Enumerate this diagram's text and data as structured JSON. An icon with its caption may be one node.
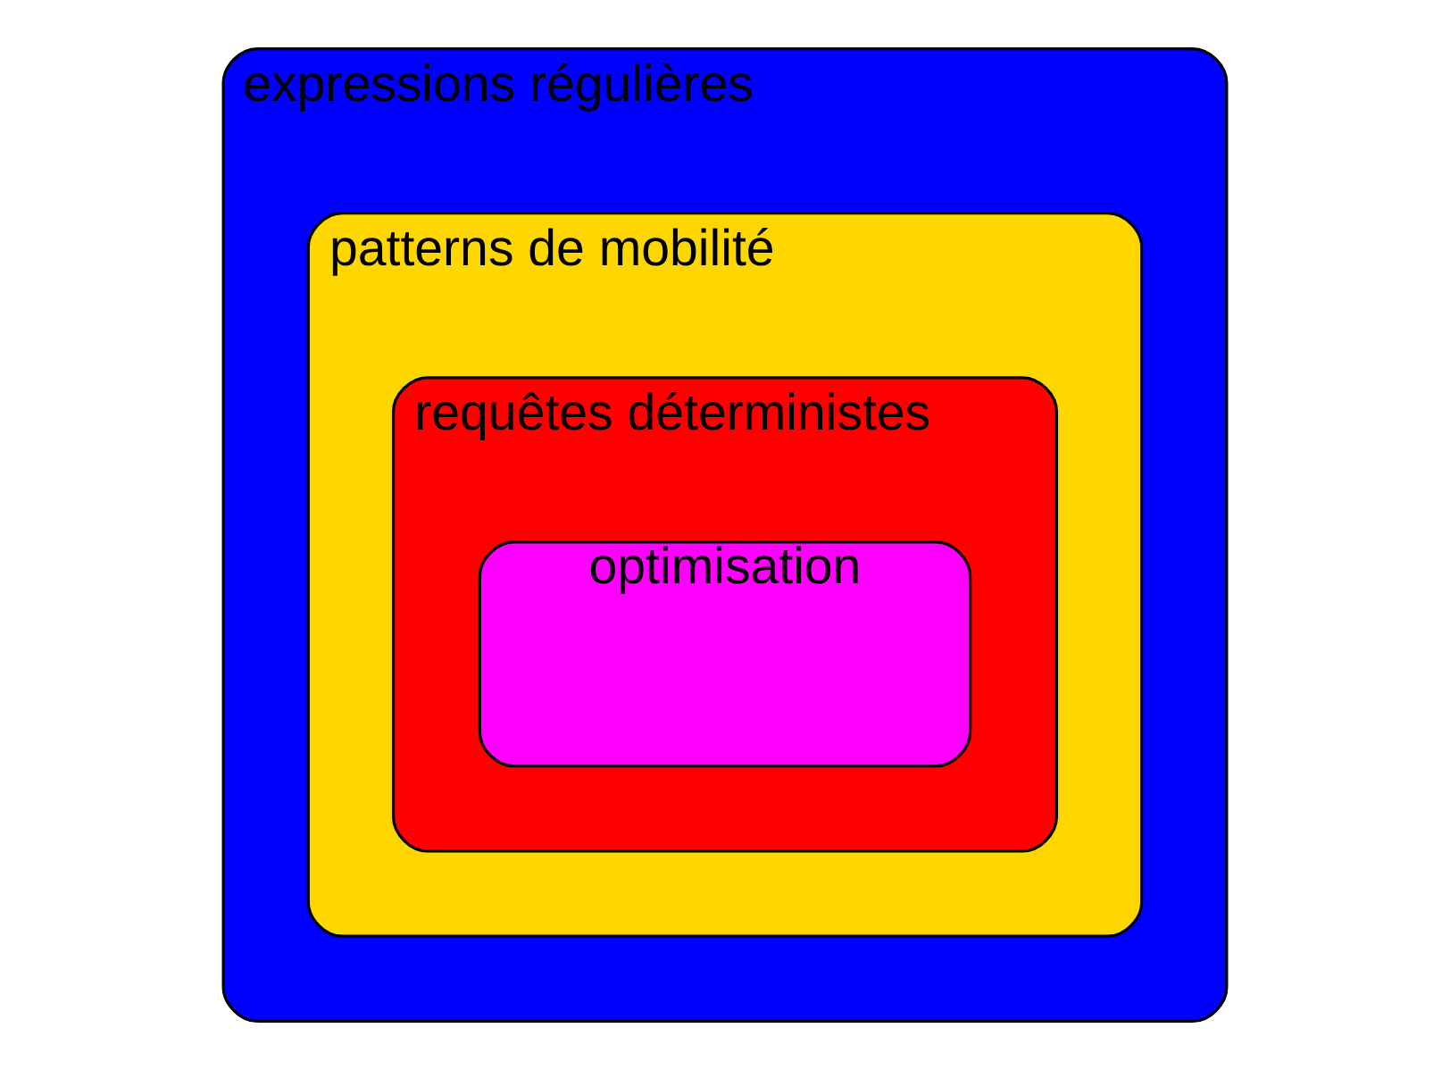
{
  "diagram": {
    "nodes": [
      {
        "text": [
          "expressions régulières"
        ]
      },
      {
        "text": [
          "patterns de mobilité"
        ],
        "in": 0
      },
      {
        "text": [
          "requêtes déterministes"
        ],
        "in": 1
      },
      {
        "text": [
          "optimisation"
        ],
        "in": 2
      }
    ]
  }
}
